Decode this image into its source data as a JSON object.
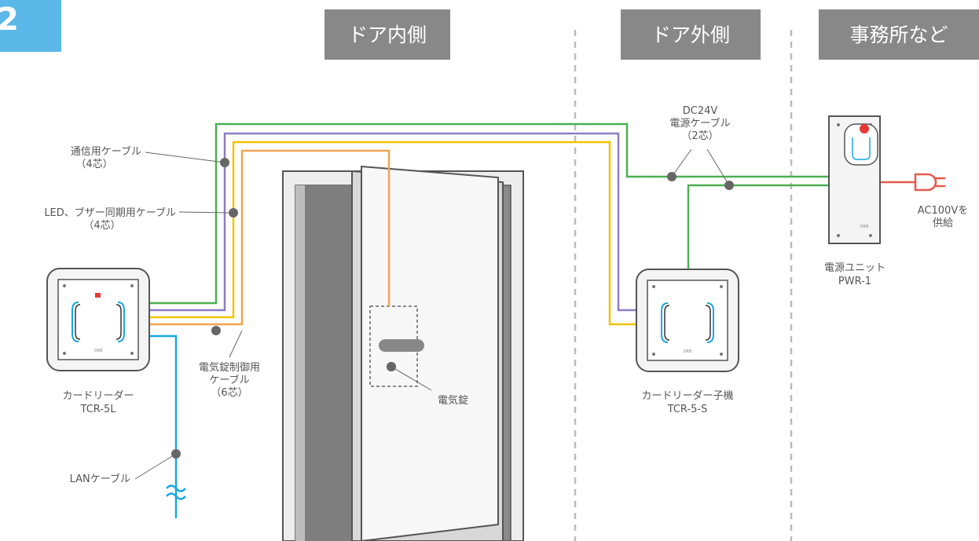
{
  "colors": {
    "step_badge": "#5BB8E8",
    "header_bg": "#888888",
    "cable_green": "#4CAF50",
    "cable_purple": "#8E7CC3",
    "cable_yellow": "#F2C200",
    "cable_orange": "#F0A550",
    "cable_blue": "#1AA7E0",
    "power_red": "#E55A4A",
    "divider": "#BBBBBB"
  },
  "step": {
    "number": "2"
  },
  "headers": {
    "inside": "ドア内側",
    "outside": "ドア外側",
    "office": "事務所など"
  },
  "labels": {
    "comm_cable_1": "通信用ケーブル",
    "comm_cable_2": "（4芯）",
    "led_cable_1": "LED、ブザー同期用ケーブル",
    "led_cable_2": "（4芯）",
    "lock_cable_1": "電気錠制御用",
    "lock_cable_2": "ケーブル",
    "lock_cable_3": "（6芯）",
    "lan_cable": "LANケーブル",
    "electric_lock": "電気錠",
    "dc_1": "DC24V",
    "dc_2": "電源ケーブル",
    "dc_3": "（2芯）",
    "ac_1": "AC100Vを",
    "ac_2": "供給"
  },
  "devices": {
    "main_reader": {
      "name": "カードリーダー",
      "model": "TCR-5L",
      "logo": "ORB"
    },
    "sub_reader": {
      "name": "カードリーダー子機",
      "model": "TCR-5-S",
      "logo": "ORB"
    },
    "power_unit": {
      "name": "電源ユニット",
      "model": "PWR-1",
      "logo": "ORB"
    }
  }
}
